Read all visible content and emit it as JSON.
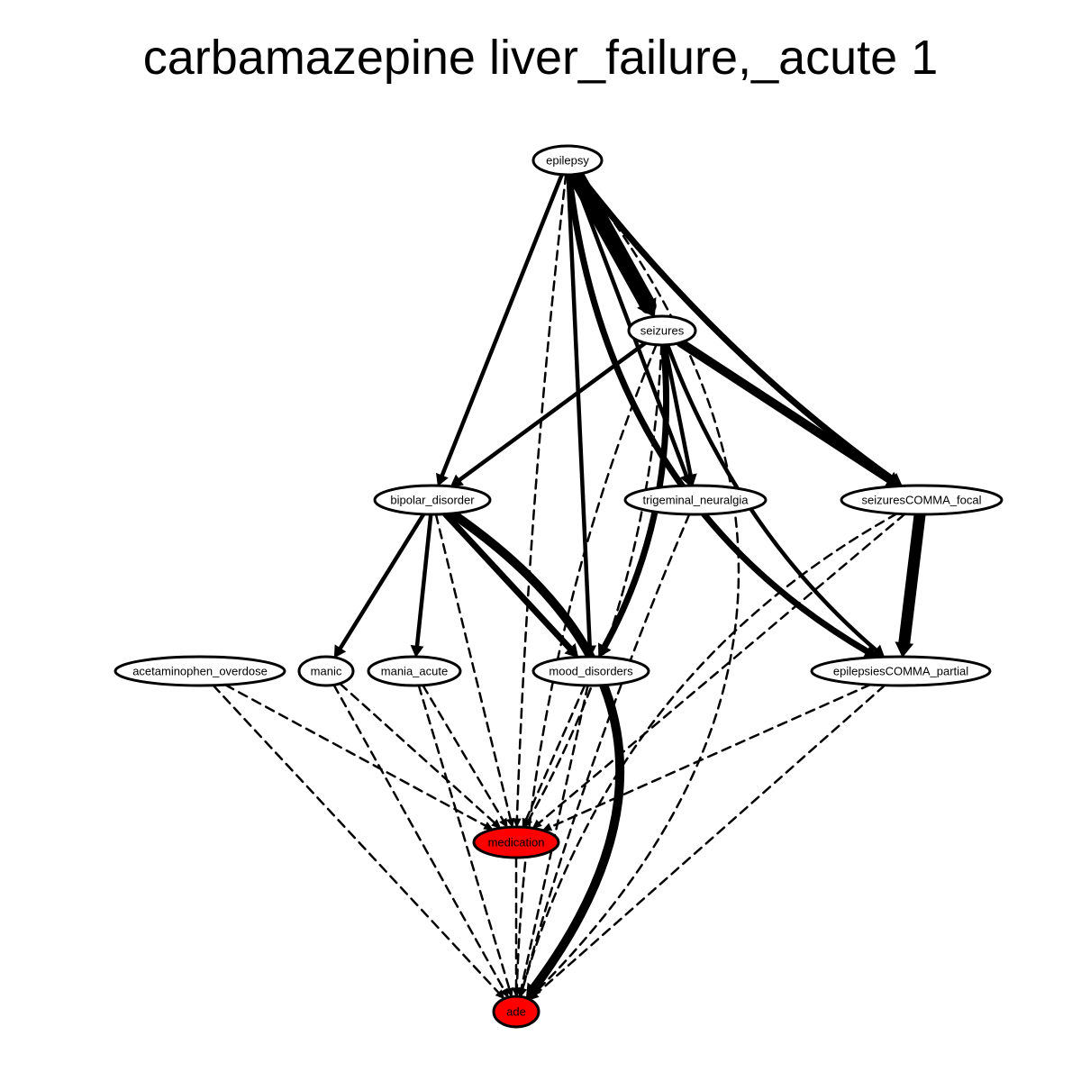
{
  "title": "carbamazepine liver_failure,_acute 1",
  "colors": {
    "highlight": "#ff0000",
    "normal_fill": "#ffffff",
    "stroke": "#000000"
  },
  "nodes": [
    {
      "id": "epilepsy",
      "label": "epilepsy",
      "highlight": false
    },
    {
      "id": "seizures",
      "label": "seizures",
      "highlight": false
    },
    {
      "id": "bipolar_disorder",
      "label": "bipolar_disorder",
      "highlight": false
    },
    {
      "id": "trigeminal_neuralgia",
      "label": "trigeminal_neuralgia",
      "highlight": false
    },
    {
      "id": "seizuresCOMMA_focal",
      "label": "seizuresCOMMA_focal",
      "highlight": false
    },
    {
      "id": "acetaminophen_overdose",
      "label": "acetaminophen_overdose",
      "highlight": false
    },
    {
      "id": "manic",
      "label": "manic",
      "highlight": false
    },
    {
      "id": "mania_acute",
      "label": "mania_acute",
      "highlight": false
    },
    {
      "id": "mood_disorders",
      "label": "mood_disorders",
      "highlight": false
    },
    {
      "id": "epilepsiesCOMMA_partial",
      "label": "epilepsiesCOMMA_partial",
      "highlight": false
    },
    {
      "id": "medication",
      "label": "medication",
      "highlight": true
    },
    {
      "id": "ade",
      "label": "ade",
      "highlight": true
    }
  ],
  "edges": [
    {
      "from": "epilepsy",
      "to": "seizures",
      "style": "solid",
      "weight": 5
    },
    {
      "from": "epilepsy",
      "to": "bipolar_disorder",
      "style": "solid",
      "weight": 1
    },
    {
      "from": "epilepsy",
      "to": "trigeminal_neuralgia",
      "style": "solid",
      "weight": 1
    },
    {
      "from": "epilepsy",
      "to": "seizuresCOMMA_focal",
      "style": "solid",
      "weight": 2
    },
    {
      "from": "epilepsy",
      "to": "mood_disorders",
      "style": "solid",
      "weight": 1
    },
    {
      "from": "epilepsy",
      "to": "epilepsiesCOMMA_partial",
      "style": "solid",
      "weight": 2
    },
    {
      "from": "epilepsy",
      "to": "medication",
      "style": "dashed",
      "weight": 1
    },
    {
      "from": "epilepsy",
      "to": "ade",
      "style": "dashed",
      "weight": 1
    },
    {
      "from": "seizures",
      "to": "bipolar_disorder",
      "style": "solid",
      "weight": 1
    },
    {
      "from": "seizures",
      "to": "trigeminal_neuralgia",
      "style": "solid",
      "weight": 1
    },
    {
      "from": "seizures",
      "to": "seizuresCOMMA_focal",
      "style": "solid",
      "weight": 3
    },
    {
      "from": "seizures",
      "to": "mood_disorders",
      "style": "solid",
      "weight": 2
    },
    {
      "from": "seizures",
      "to": "epilepsiesCOMMA_partial",
      "style": "solid",
      "weight": 1
    },
    {
      "from": "seizures",
      "to": "medication",
      "style": "dashed",
      "weight": 1
    },
    {
      "from": "seizures",
      "to": "ade",
      "style": "dashed",
      "weight": 1
    },
    {
      "from": "bipolar_disorder",
      "to": "manic",
      "style": "solid",
      "weight": 1
    },
    {
      "from": "bipolar_disorder",
      "to": "mania_acute",
      "style": "solid",
      "weight": 1
    },
    {
      "from": "bipolar_disorder",
      "to": "mood_disorders",
      "style": "solid",
      "weight": 2
    },
    {
      "from": "bipolar_disorder",
      "to": "medication",
      "style": "dashed",
      "weight": 1
    },
    {
      "from": "bipolar_disorder",
      "to": "ade",
      "style": "solid",
      "weight": 3
    },
    {
      "from": "trigeminal_neuralgia",
      "to": "ade",
      "style": "dashed",
      "weight": 1
    },
    {
      "from": "seizuresCOMMA_focal",
      "to": "epilepsiesCOMMA_partial",
      "style": "solid",
      "weight": 4
    },
    {
      "from": "seizuresCOMMA_focal",
      "to": "medication",
      "style": "dashed",
      "weight": 1
    },
    {
      "from": "seizuresCOMMA_focal",
      "to": "ade",
      "style": "dashed",
      "weight": 1
    },
    {
      "from": "acetaminophen_overdose",
      "to": "medication",
      "style": "dashed",
      "weight": 1
    },
    {
      "from": "acetaminophen_overdose",
      "to": "ade",
      "style": "dashed",
      "weight": 1
    },
    {
      "from": "manic",
      "to": "medication",
      "style": "dashed",
      "weight": 1
    },
    {
      "from": "manic",
      "to": "ade",
      "style": "dashed",
      "weight": 1
    },
    {
      "from": "mania_acute",
      "to": "medication",
      "style": "dashed",
      "weight": 1
    },
    {
      "from": "mania_acute",
      "to": "ade",
      "style": "dashed",
      "weight": 1
    },
    {
      "from": "mood_disorders",
      "to": "medication",
      "style": "dashed",
      "weight": 1
    },
    {
      "from": "mood_disorders",
      "to": "ade",
      "style": "dashed",
      "weight": 1
    },
    {
      "from": "epilepsiesCOMMA_partial",
      "to": "medication",
      "style": "dashed",
      "weight": 1
    },
    {
      "from": "epilepsiesCOMMA_partial",
      "to": "ade",
      "style": "dashed",
      "weight": 1
    },
    {
      "from": "medication",
      "to": "ade",
      "style": "dashed",
      "weight": 1
    }
  ]
}
